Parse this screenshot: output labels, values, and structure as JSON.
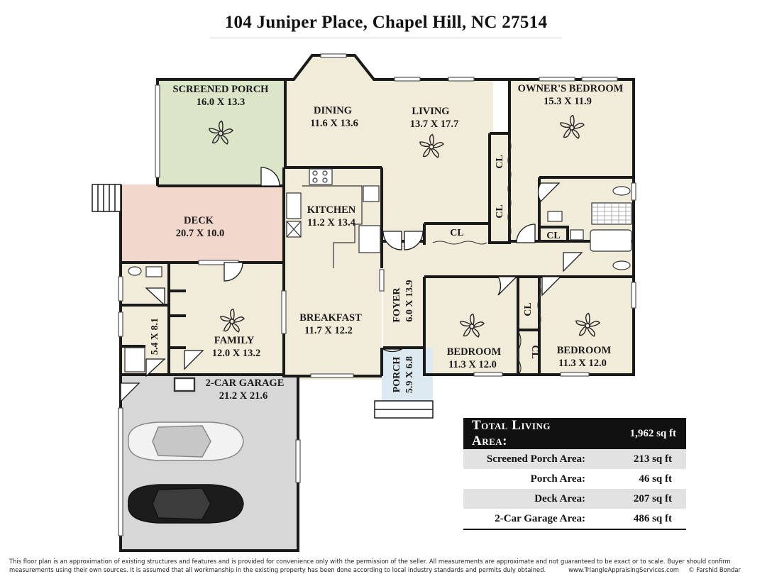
{
  "title": "104 Juniper Place, Chapel Hill, NC 27514",
  "rooms": {
    "screened_porch": {
      "name": "SCREENED PORCH",
      "dims": "16.0 X 13.3"
    },
    "dining": {
      "name": "DINING",
      "dims": "11.6 X 13.6"
    },
    "living": {
      "name": "LIVING",
      "dims": "13.7 X 17.7"
    },
    "owners_bedroom": {
      "name": "OWNER'S BEDROOM",
      "dims": "15.3 X 11.9"
    },
    "deck": {
      "name": "DECK",
      "dims": "20.7 X 10.0"
    },
    "kitchen": {
      "name": "KITCHEN",
      "dims": "11.2 X 13.4"
    },
    "breakfast": {
      "name": "BREAKFAST",
      "dims": "11.7 X 12.2"
    },
    "foyer": {
      "name": "FOYER",
      "dims": "6.0 X 13.9"
    },
    "porch": {
      "name": "PORCH",
      "dims": "5.9 X 6.8"
    },
    "family": {
      "name": "FAMILY",
      "dims": "12.0 X 13.2"
    },
    "laundry": {
      "dims": "5.4 X 8.1"
    },
    "bedroom_left": {
      "name": "BEDROOM",
      "dims": "11.3 X 12.0"
    },
    "bedroom_right": {
      "name": "BEDROOM",
      "dims": "11.3 X 12.0"
    },
    "garage": {
      "name": "2-CAR GARAGE",
      "dims": "21.2 X 21.6"
    }
  },
  "closet_label": "CL",
  "areas": {
    "total": {
      "label": "Total Living Area:",
      "value": "1,962 sq ft"
    },
    "rows": [
      {
        "label": "Screened Porch Area:",
        "value": "213 sq ft"
      },
      {
        "label": "Porch Area:",
        "value": "46 sq ft"
      },
      {
        "label": "Deck Area:",
        "value": "207 sq ft"
      },
      {
        "label": "2-Car Garage Area:",
        "value": "486 sq ft"
      }
    ]
  },
  "disclaimer": {
    "line1": "This floor plan is an approximation of existing structures and features and is provided for convenience only with the permission of the seller.  All measurements are approximate and not guaranteed to be exact or to scale.  Buyer should confirm",
    "line2": "measurements using their own sources.  It is assumed that all workmanship in the existing property has been done according to local industry standards and permits duly obtained.",
    "website": "www.TriangleAppraisingServices.com",
    "copyright": "© Farshid Bondar"
  },
  "colors": {
    "interior": "#f1ecd9",
    "screened_porch": "#dbe6c8",
    "deck": "#f2d8cc",
    "porch": "#dde9f0",
    "garage": "#d7d7d7",
    "wall": "#1a1a1a"
  }
}
